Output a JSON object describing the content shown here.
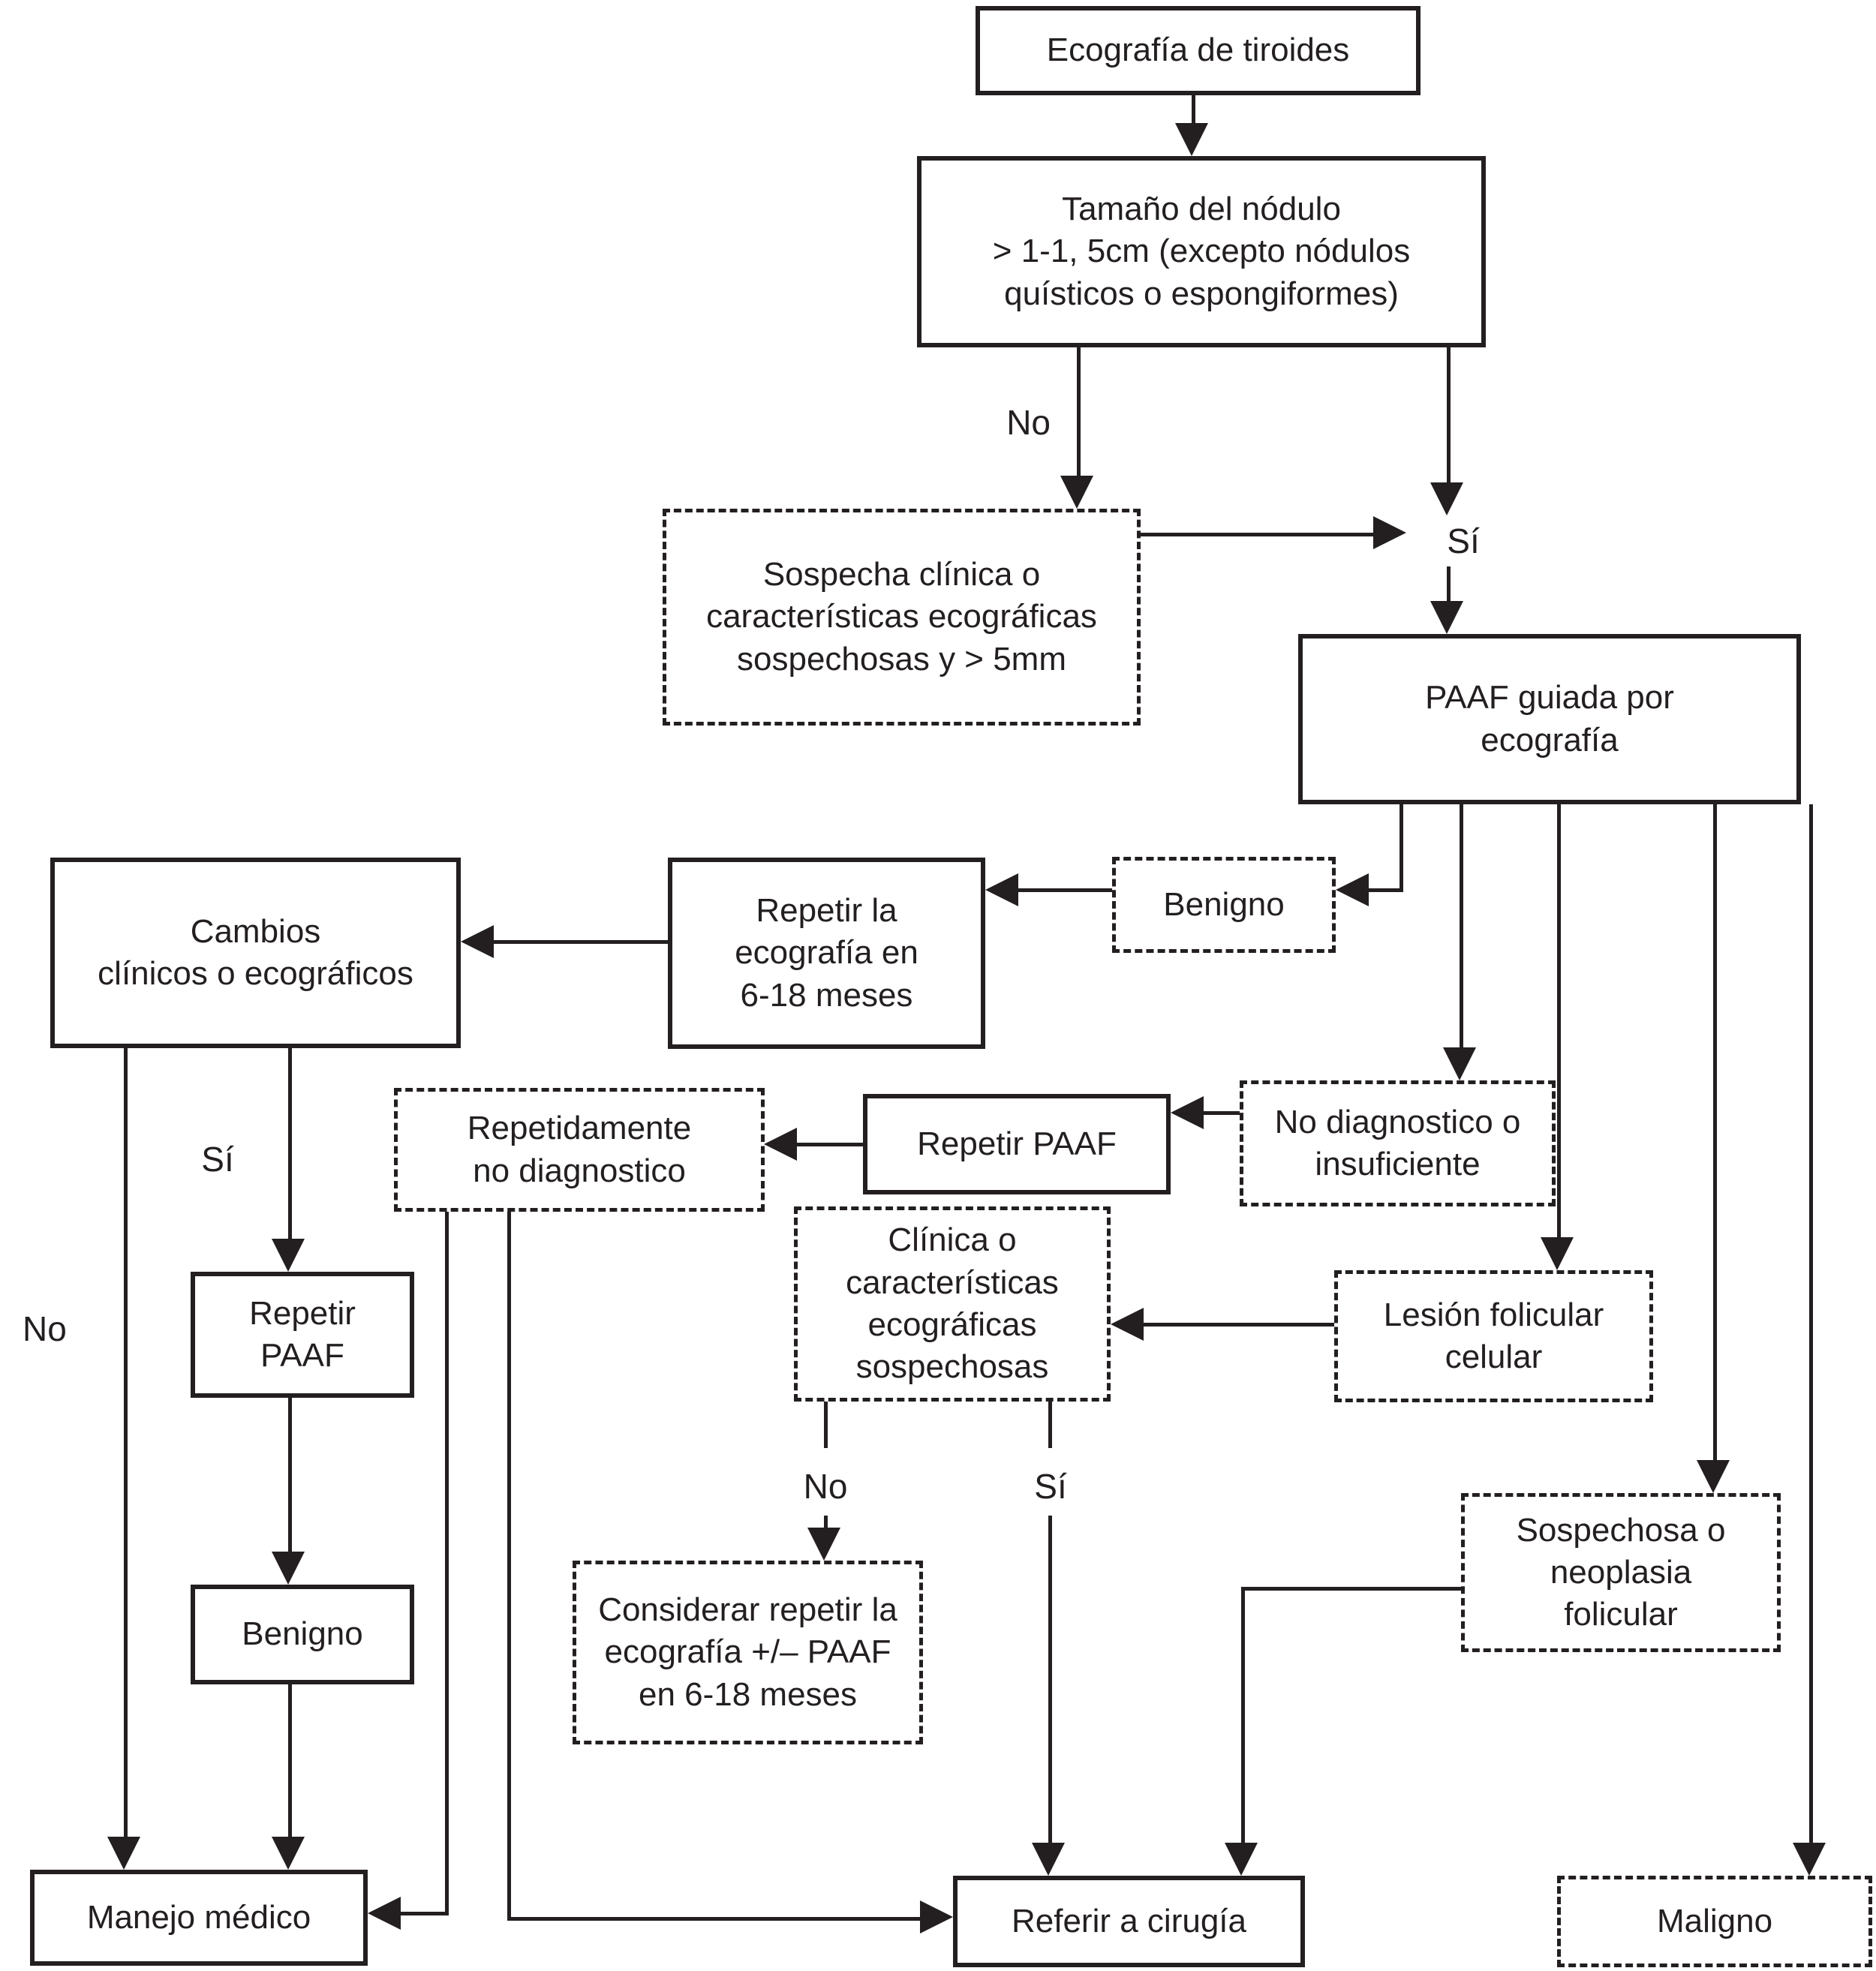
{
  "diagram_title": "Ecografía de tiroides",
  "nodes": {
    "ecografia": "Ecografía de tiroides",
    "tamano": "Tamaño del nódulo\n> 1-1, 5cm (excepto nódulos\nquísticos o espongiformes)",
    "sospecha": "Sospecha clínica o\ncaracterísticas ecográficas\nsospechosas y > 5mm",
    "paaf": "PAAF guiada por\necografía",
    "benigno_derecha": "Benigno",
    "repetir_eco": "Repetir la\necografía en\n6-18 meses",
    "cambios": "Cambios\nclínicos o ecográficos",
    "no_diagnostico": "No diagnostico o\ninsuficiente",
    "repetir_paaf_centro": "Repetir PAAF",
    "repetidamente": "Repetidamente\nno diagnostico",
    "clinica": "Clínica o\ncaracterísticas\necográficas\nsospechosas",
    "lesion": "Lesión folicular\ncelular",
    "sospechosa_neo": "Sospechosa o\nneoplasia\nfolicular",
    "repetir_paaf_izq": "Repetir\nPAAF",
    "benigno_izq": "Benigno",
    "considerar": "Considerar repetir la\necografía +/– PAAF\nen 6-18 meses",
    "manejo": "Manejo médico",
    "referir": "Referir a cirugía",
    "maligno": "Maligno"
  },
  "labels": {
    "no_top": "No",
    "si_top": "Sí",
    "si_izq": "Sí",
    "no_izq": "No",
    "no_centro": "No",
    "si_centro": "Sí"
  },
  "colors": {
    "ink": "#231f20",
    "background": "#ffffff"
  }
}
